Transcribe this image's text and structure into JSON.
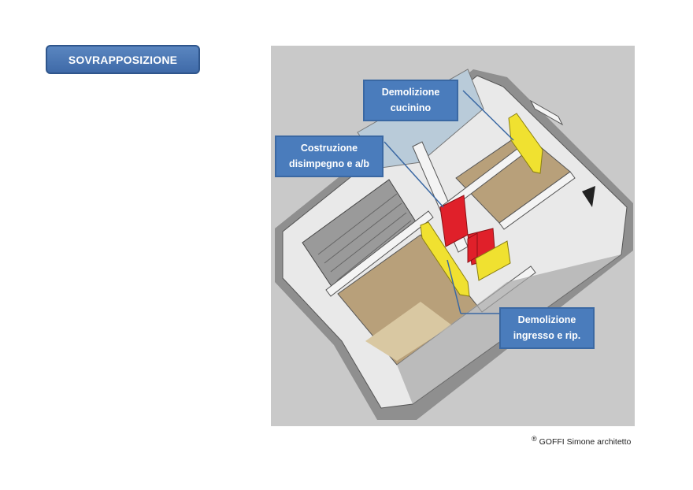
{
  "title": "SOVRAPPOSIZIONE",
  "callouts": {
    "cucinino": {
      "line1": "Demolizione",
      "line2": "cucinino"
    },
    "disimpegno": {
      "line1": "Costruzione",
      "line2": "disimpegno e a/b"
    },
    "ingresso": {
      "line1": "Demolizione",
      "line2": "ingresso e rip."
    }
  },
  "credit": {
    "symbol": "®",
    "text": "GOFFI Simone architetto"
  },
  "colors": {
    "callout_fill": "#4a7cbc",
    "demolition": "#f0e130",
    "construction": "#e0202a",
    "floor": "#b8a07a",
    "wall": "#f4f4f4",
    "background": "#c9c9c9"
  },
  "icons": {
    "registered": "registered-trademark-icon"
  }
}
